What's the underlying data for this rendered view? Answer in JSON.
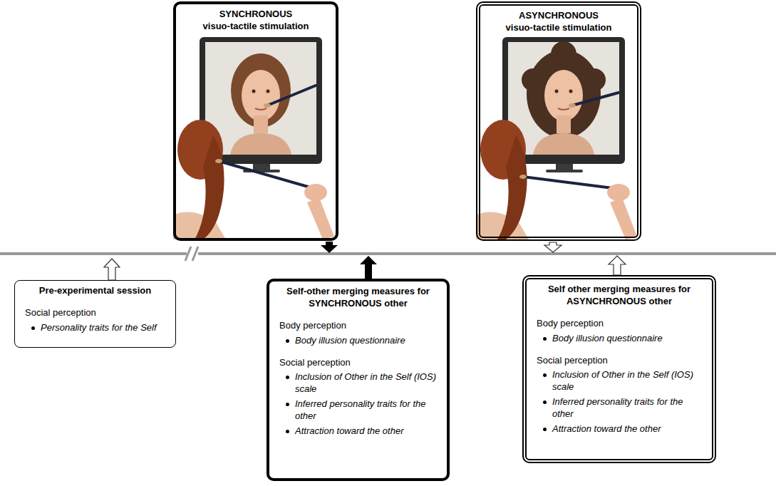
{
  "diagram": {
    "nodes": [
      {
        "text": [
          "SYNCHRONOUS",
          "visuo-tactile stimulation"
        ]
      },
      {
        "text": [
          "ASYNCHRONOUS",
          "visuo-tactile stimulation"
        ]
      },
      {
        "text": [
          "Pre-experimental session",
          "Social perception",
          "Personality traits for the Self"
        ]
      },
      {
        "text": [
          "Self-other merging measures for SYNCHRONOUS other",
          "Body perception",
          "Body illusion questionnaire",
          "Social perception",
          "Inclusion of Other in the Self (IOS) scale",
          "Inferred personality traits for the other",
          "Attraction toward the other"
        ]
      },
      {
        "text": [
          "Self other merging measures for ASYNCHRONOUS other",
          "Body perception",
          "Body illusion questionnaire",
          "Social perception",
          "Inclusion of Other in the Self (IOS) scale",
          "Inferred personality traits for the other",
          "Attraction toward the other"
        ]
      }
    ]
  }
}
